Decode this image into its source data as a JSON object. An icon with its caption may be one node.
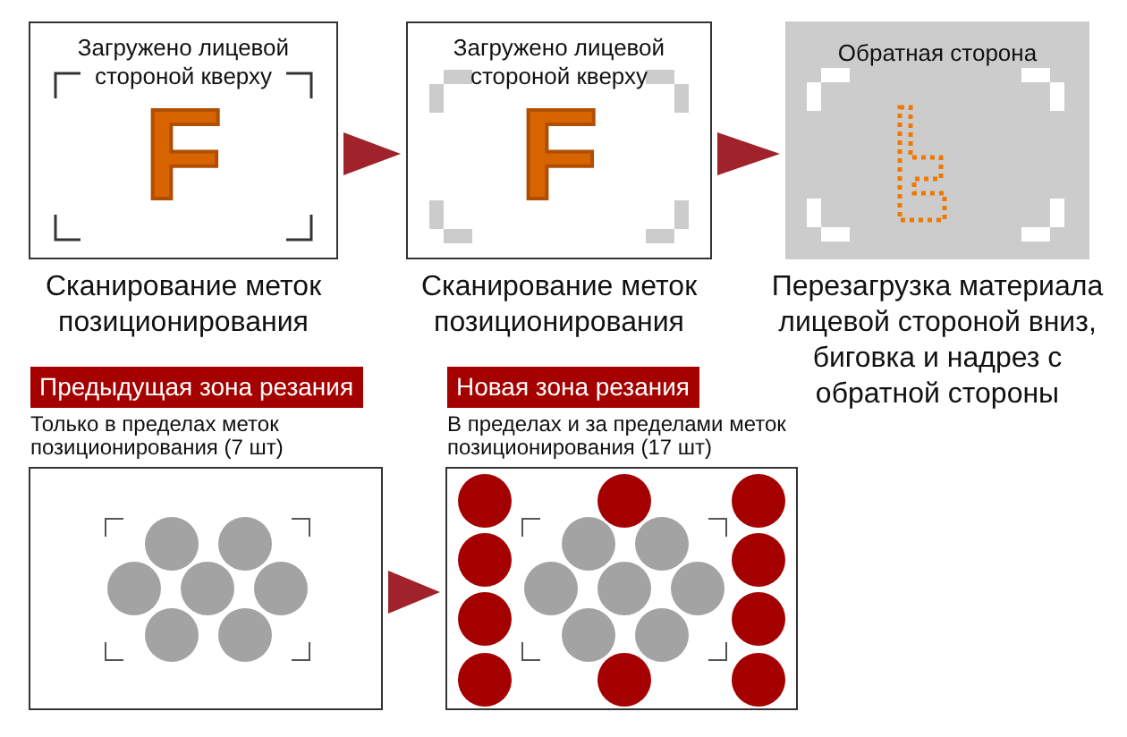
{
  "diagram": {
    "nodes": [
      {
        "text": [
          "Загружено лицевой стороной кверху"
        ],
        "beside": [
          "Сканирование меток позиционирования"
        ]
      },
      {
        "text": [
          "Загружено лицевой стороной кверху"
        ],
        "beside": [
          "Сканирование меток позиционирования"
        ]
      },
      {
        "text": [
          "Обратная сторона"
        ],
        "beside": [
          "Перезагрузка материала лицевой стороной вниз, биговка и надрез с обратной стороны"
        ]
      },
      {
        "text": [
          "Предыдущая зона резания",
          "Только в пределах меток позиционирования (7 шт)"
        ]
      },
      {
        "text": [
          "Новая зона резания",
          "В пределах и за пределами меток позиционирования (17 шт)"
        ]
      }
    ],
    "edges": [
      {
        "from": 0,
        "to": 1,
        "arrow": "to"
      },
      {
        "from": 1,
        "to": 2,
        "arrow": "to"
      },
      {
        "from": 3,
        "to": 4,
        "arrow": "to"
      }
    ],
    "labels": [
      "F",
      "F"
    ]
  }
}
